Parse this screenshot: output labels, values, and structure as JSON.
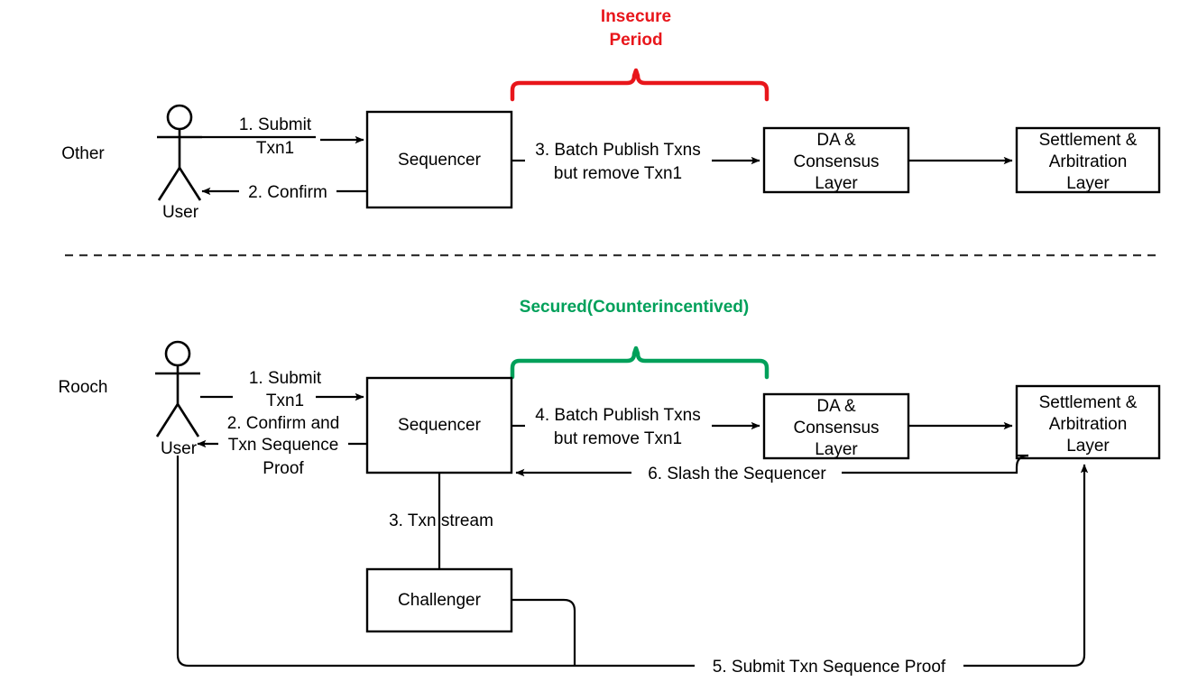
{
  "diagram": {
    "title_rows": [
      {
        "id": "other",
        "label": "Other"
      },
      {
        "id": "rooch",
        "label": "Rooch"
      }
    ],
    "period_markers": [
      {
        "id": "insecure",
        "line1": "Insecure",
        "line2": "Period",
        "color": "#e8161b"
      },
      {
        "id": "secured",
        "line1": "Secured(Counterincentived)",
        "line2": "",
        "color": "#00a05a"
      }
    ],
    "actors": [
      {
        "id": "user-other",
        "label": "User"
      },
      {
        "id": "user-rooch",
        "label": "User"
      }
    ],
    "nodes": [
      {
        "id": "sequencer-other",
        "label": "Sequencer"
      },
      {
        "id": "da-other-l1",
        "label": "DA &"
      },
      {
        "id": "da-other-l2",
        "label": "Consensus"
      },
      {
        "id": "da-other-l3",
        "label": "Layer"
      },
      {
        "id": "settlement-other-l1",
        "label": "Settlement &"
      },
      {
        "id": "settlement-other-l2",
        "label": "Arbitration"
      },
      {
        "id": "settlement-other-l3",
        "label": "Layer"
      },
      {
        "id": "sequencer-rooch",
        "label": "Sequencer"
      },
      {
        "id": "da-rooch-l1",
        "label": "DA &"
      },
      {
        "id": "da-rooch-l2",
        "label": "Consensus"
      },
      {
        "id": "da-rooch-l3",
        "label": "Layer"
      },
      {
        "id": "settlement-rooch-l1",
        "label": "Settlement &"
      },
      {
        "id": "settlement-rooch-l2",
        "label": "Arbitration"
      },
      {
        "id": "settlement-rooch-l3",
        "label": "Layer"
      },
      {
        "id": "challenger-rooch",
        "label": "Challenger"
      }
    ],
    "edges_other": [
      {
        "id": "submit-txn1",
        "line1": "1. Submit",
        "line2": "Txn1"
      },
      {
        "id": "confirm",
        "line1": "2. Confirm",
        "line2": ""
      },
      {
        "id": "batch-publish",
        "line1": "3. Batch Publish Txns",
        "line2": "but remove Txn1"
      }
    ],
    "edges_rooch": [
      {
        "id": "submit-txn1",
        "line1": "1. Submit",
        "line2": "Txn1"
      },
      {
        "id": "confirm-proof",
        "line1": "2. Confirm and",
        "line2": "Txn Sequence",
        "line3": "Proof"
      },
      {
        "id": "txn-stream",
        "line1": "3. Txn stream",
        "line2": ""
      },
      {
        "id": "batch-publish",
        "line1": "4. Batch Publish Txns",
        "line2": "but remove Txn1"
      },
      {
        "id": "submit-proof",
        "line1": "5. Submit Txn Sequence Proof",
        "line2": ""
      },
      {
        "id": "slash-sequencer",
        "line1": "6. Slash the Sequencer",
        "line2": ""
      }
    ]
  }
}
